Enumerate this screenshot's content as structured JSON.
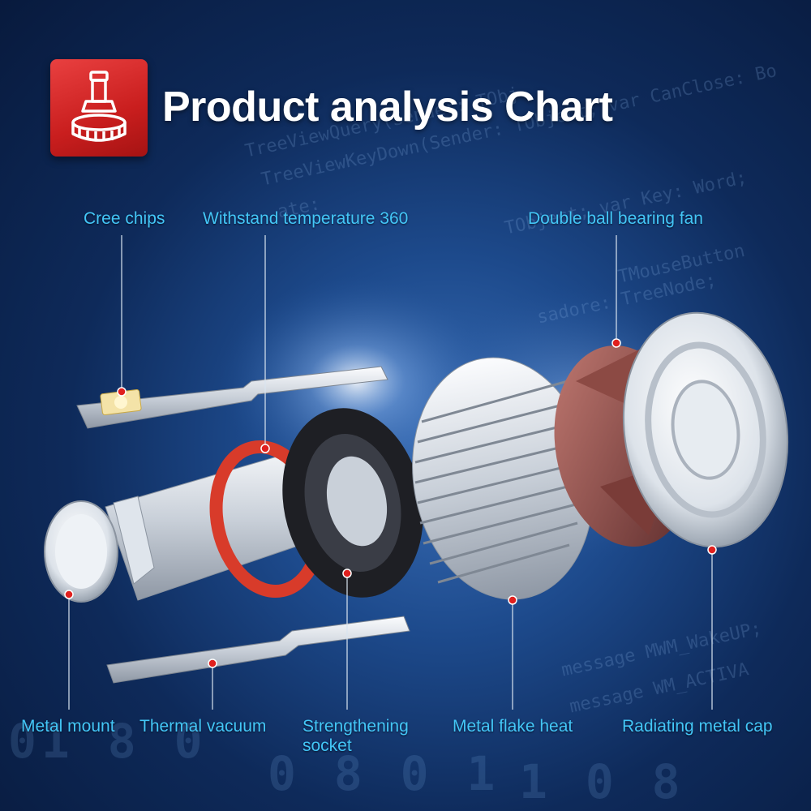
{
  "header": {
    "title": "Product analysis Chart",
    "logo_icon": "led-bulb-icon",
    "logo_color": "#d42a2a"
  },
  "colors": {
    "label": "#43c6f7",
    "pointer_dot": "#e0201e",
    "background": "#0e2a5a"
  },
  "background_text": {
    "lines": [
      "TreeViewQuery(Sender: TObj",
      "TreeViewKeyDown(Sender: TObject; var CanClose: Bo",
      "ate:",
      "TObject; var Key: Word;",
      "TMouseButton",
      "sadore: TreeNode;",
      "message MWM_WakeUP;",
      "message WM_ACTIVA"
    ]
  },
  "callouts": [
    {
      "id": "cree-chips",
      "label": "Cree chips"
    },
    {
      "id": "withstand-temperature",
      "label": "Withstand temperature 360"
    },
    {
      "id": "double-ball-bearing-fan",
      "label": "Double ball bearing fan"
    },
    {
      "id": "metal-mount",
      "label": "Metal mount"
    },
    {
      "id": "thermal-vacuum",
      "label": "Thermal vacuum"
    },
    {
      "id": "strengthening-socket",
      "label_line1": "Strengthening",
      "label_line2": "socket"
    },
    {
      "id": "metal-flake-heat",
      "label": "Metal flake heat"
    },
    {
      "id": "radiating-metal-cap",
      "label": "Radiating metal cap"
    }
  ]
}
